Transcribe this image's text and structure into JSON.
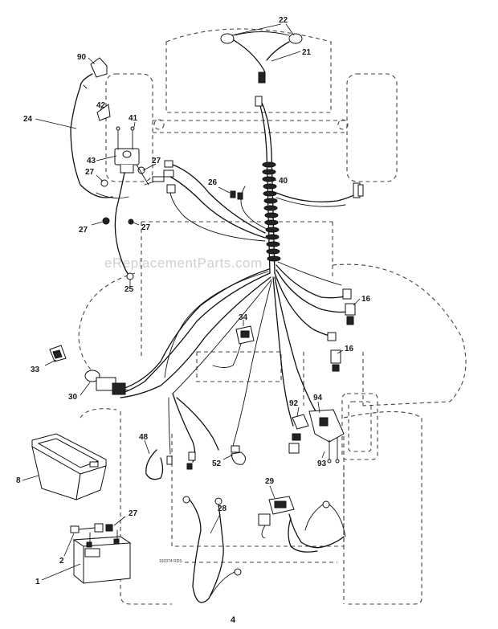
{
  "diagram": {
    "watermark": "eReplacementParts.com",
    "drawing_number": "193374 RDS",
    "page_number": "4",
    "callouts": [
      {
        "key": "c22",
        "label": "22"
      },
      {
        "key": "c21",
        "label": "21"
      },
      {
        "key": "c90",
        "label": "90"
      },
      {
        "key": "c42",
        "label": "42"
      },
      {
        "key": "c24",
        "label": "24"
      },
      {
        "key": "c41",
        "label": "41"
      },
      {
        "key": "c43",
        "label": "43"
      },
      {
        "key": "c27a",
        "label": "27"
      },
      {
        "key": "c27b",
        "label": "27"
      },
      {
        "key": "c27c",
        "label": "27"
      },
      {
        "key": "c27d",
        "label": "27"
      },
      {
        "key": "c27e",
        "label": "27"
      },
      {
        "key": "c26",
        "label": "26"
      },
      {
        "key": "c40",
        "label": "40"
      },
      {
        "key": "c25",
        "label": "25"
      },
      {
        "key": "c16a",
        "label": "16"
      },
      {
        "key": "c16b",
        "label": "16"
      },
      {
        "key": "c34",
        "label": "34"
      },
      {
        "key": "c33",
        "label": "33"
      },
      {
        "key": "c30",
        "label": "30"
      },
      {
        "key": "c92",
        "label": "92"
      },
      {
        "key": "c94",
        "label": "94"
      },
      {
        "key": "c93",
        "label": "93"
      },
      {
        "key": "c48",
        "label": "48"
      },
      {
        "key": "c52",
        "label": "52"
      },
      {
        "key": "c8",
        "label": "8"
      },
      {
        "key": "c29",
        "label": "29"
      },
      {
        "key": "c28",
        "label": "28"
      },
      {
        "key": "c2",
        "label": "2"
      },
      {
        "key": "c1",
        "label": "1"
      }
    ]
  }
}
